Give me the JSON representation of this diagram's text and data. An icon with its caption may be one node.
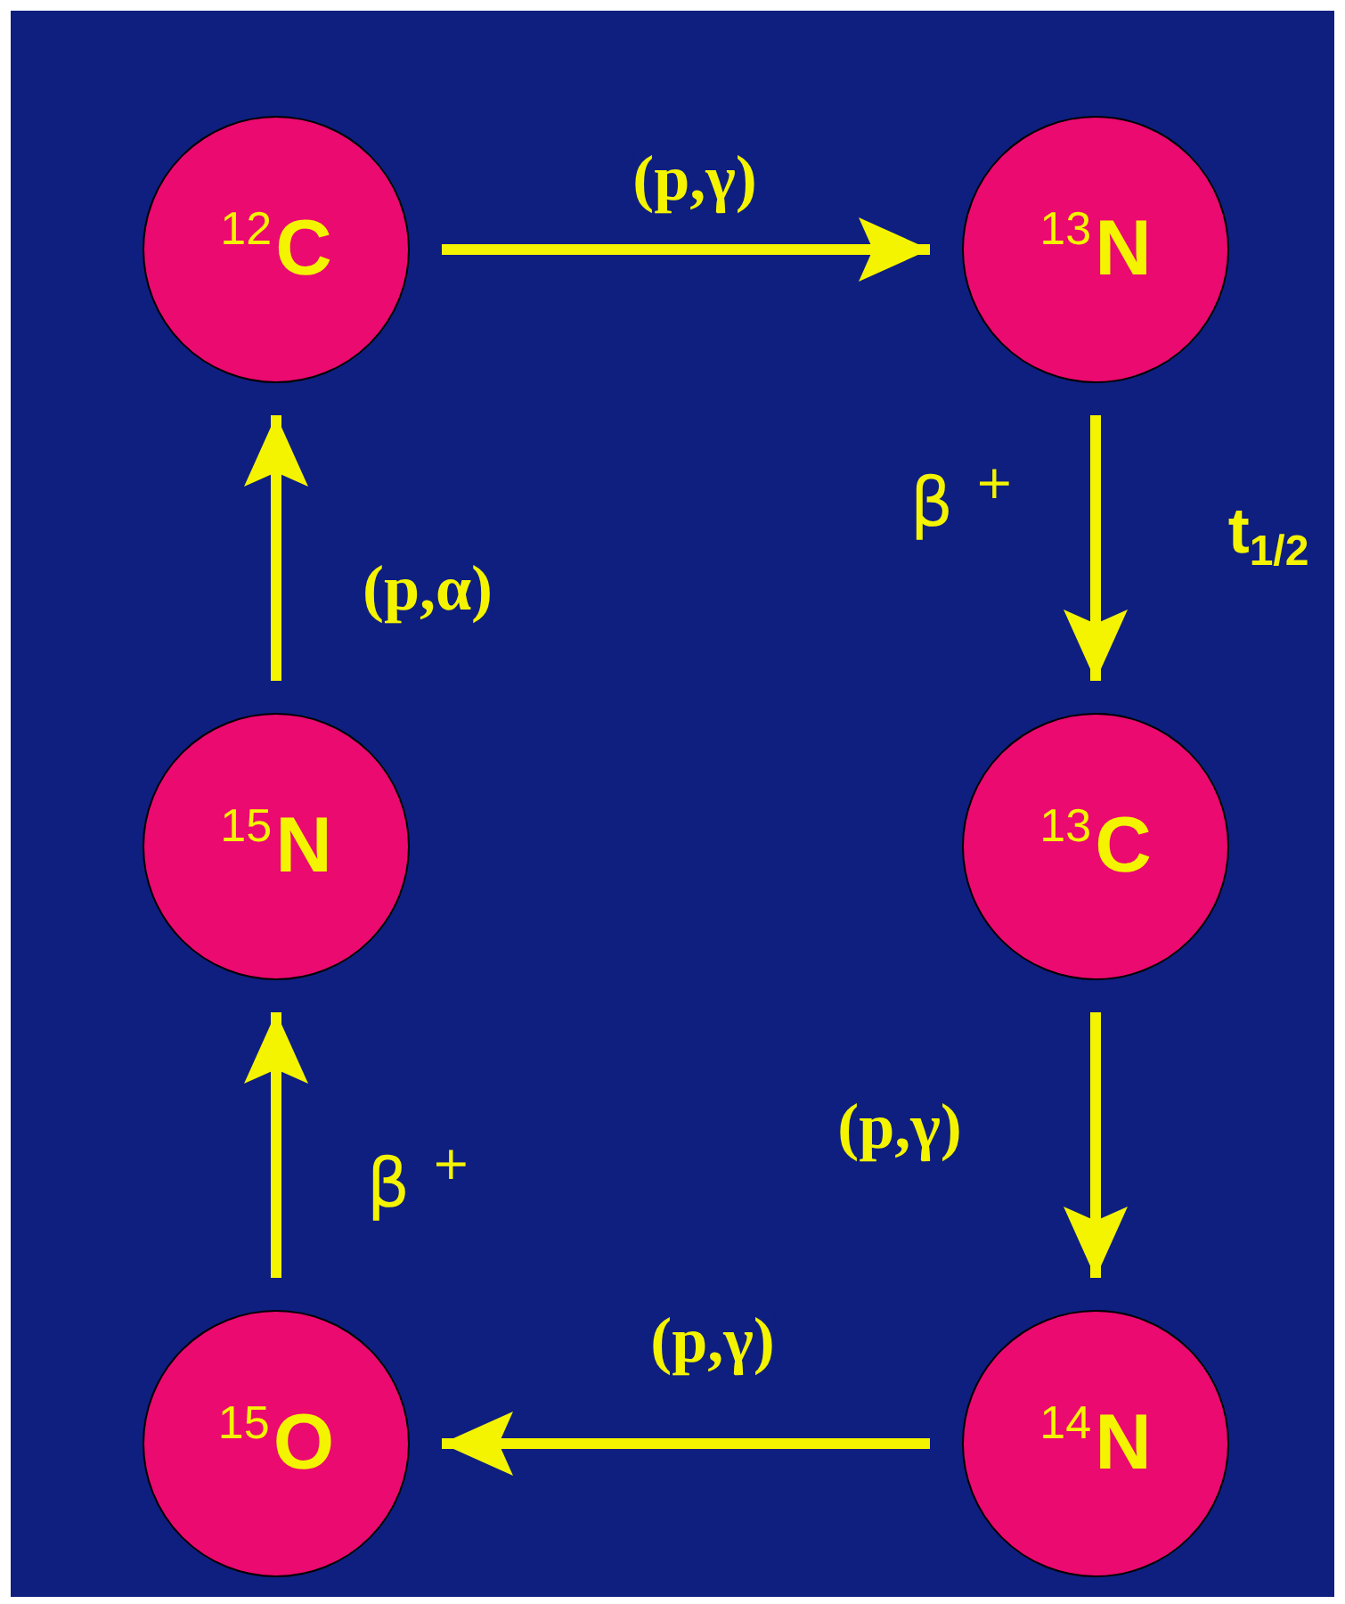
{
  "diagram": {
    "nodes": [
      {
        "text": [
          "$^{12}$C"
        ]
      },
      {
        "text": [
          "$^{13}$N"
        ]
      },
      {
        "text": [
          "$^{13}$C"
        ]
      },
      {
        "text": [
          "$^{14}$N"
        ]
      },
      {
        "text": [
          "$^{15}$O"
        ]
      },
      {
        "text": [
          "$^{15}$N"
        ]
      }
    ],
    "edges": [
      {
        "from": 0,
        "to": 1,
        "arrow": "to",
        "label": "(p,γ)"
      },
      {
        "from": 1,
        "to": 2,
        "arrow": "to",
        "label": "β $^{+}$"
      },
      {
        "from": 2,
        "to": 3,
        "arrow": "to",
        "label": "(p,γ)"
      },
      {
        "from": 3,
        "to": 4,
        "arrow": "to",
        "label": "(p,γ)"
      },
      {
        "from": 4,
        "to": 5,
        "arrow": "to",
        "label": "β $^{+}$"
      },
      {
        "from": 5,
        "to": 0,
        "arrow": "to",
        "label": "(p,α)"
      }
    ],
    "labels": [
      "t$_{1/2}$"
    ]
  }
}
